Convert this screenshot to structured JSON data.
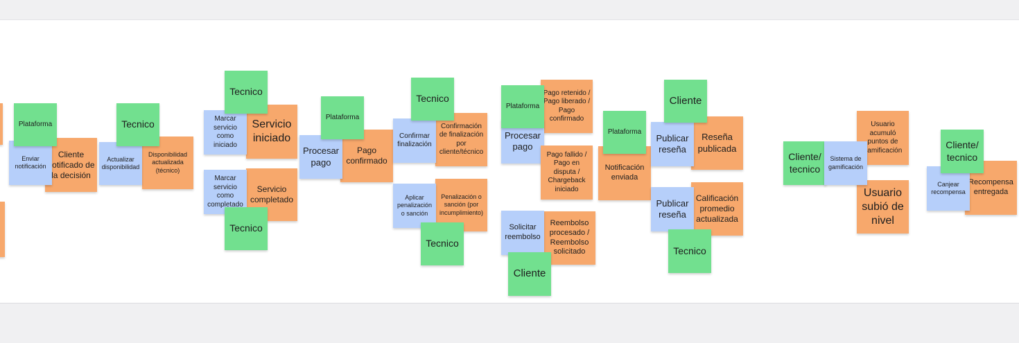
{
  "colors": {
    "actor": "#72e08f",
    "event": "#f7a86c",
    "command": "#b6cffa",
    "canvas": "#ffffff",
    "chrome": "#f0f0f2"
  },
  "notes": {
    "plataforma_1": "Plataforma",
    "enviar_notificacion": "Enviar notificación",
    "cliente_notificado": "Cliente notificado de la decisión",
    "tecnico_1": "Tecnico",
    "actualizar_disponibilidad": "Actualizar disponibilidad",
    "disponibilidad_actualizada": "Disponibilidad actualizada (técnico)",
    "tecnico_2": "Tecnico",
    "marcar_iniciado": "Marcar servicio como iniciado",
    "servicio_iniciado": "Servicio iniciado",
    "marcar_completado": "Marcar servicio como completado",
    "servicio_completado": "Servicio completado",
    "tecnico_3": "Tecnico",
    "plataforma_2": "Plataforma",
    "procesar_pago_1": "Procesar pago",
    "pago_confirmado": "Pago confirmado",
    "tecnico_4": "Tecnico",
    "confirmar_finalizacion": "Confirmar finalización",
    "confirmacion_finalizacion": "Confirmación de finalización por cliente/técnico",
    "aplicar_penalizacion": "Aplicar penalización o sanción",
    "penalizacion_sancion": "Penalización o sanción (por incumplimiento)",
    "tecnico_5": "Tecnico",
    "plataforma_3": "Plataforma",
    "procesar_pago_2": "Procesar pago",
    "pago_retenido": "Pago retenido / Pago liberado / Pago confirmado",
    "pago_fallido": "Pago fallido / Pago en disputa / Chargeback iniciado",
    "solicitar_reembolso": "Solicitar reembolso",
    "reembolso_procesado": "Reembolso procesado / Reembolso solicitado",
    "cliente_1": "Cliente",
    "plataforma_4": "Plataforma",
    "notificacion_enviada": "Notificación enviada",
    "cliente_2": "Cliente",
    "publicar_resena_1": "Publicar reseña",
    "resena_publicada": "Reseña publicada",
    "publicar_resena_2": "Publicar reseña",
    "calificacion_actualizada": "Calificación promedio actualizada",
    "tecnico_6": "Tecnico",
    "cliente_tecnico_1": "Cliente/ tecnico",
    "sistema_gamificacion": "Sistema de gamificación",
    "usuario_acumulo": "Usuario acumuló puntos de gamificación",
    "usuario_subio_nivel": "Usuario subió de nivel",
    "cliente_tecnico_2": "Cliente/ tecnico",
    "canjear_recompensa": "Canjear recompensa",
    "recompensa_entregada": "Recompensa entregada"
  }
}
